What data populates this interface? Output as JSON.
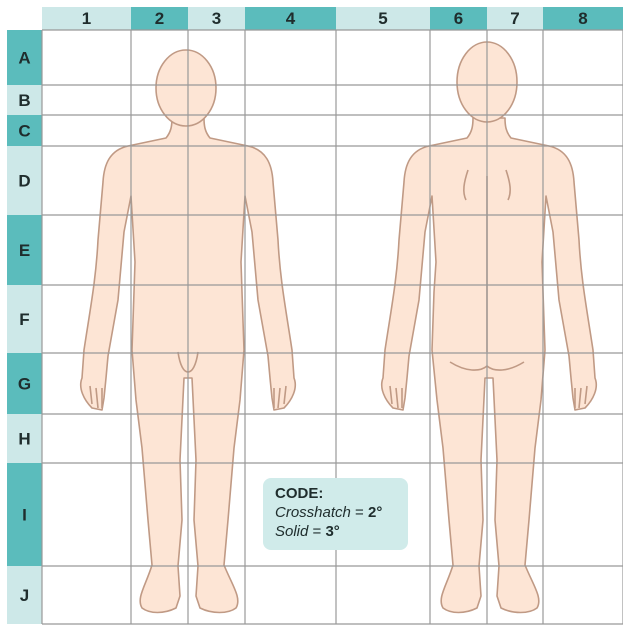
{
  "grid": {
    "columns": [
      "1",
      "2",
      "3",
      "4",
      "5",
      "6",
      "7",
      "8"
    ],
    "rows": [
      "A",
      "B",
      "C",
      "D",
      "E",
      "F",
      "G",
      "H",
      "I",
      "J"
    ]
  },
  "legend": {
    "title": "CODE:",
    "crosshatch_term": "Crosshatch",
    "crosshatch_value": "2°",
    "solid_term": "Solid",
    "equals": "=",
    "solid_value": "3°"
  },
  "colors": {
    "header_dark": "#5bbcbc",
    "header_light": "#cde8e8",
    "grid_line": "#999999",
    "skin_fill": "#fde5d5",
    "skin_outline": "#c09a85",
    "legend_bg": "#d0ebea"
  }
}
